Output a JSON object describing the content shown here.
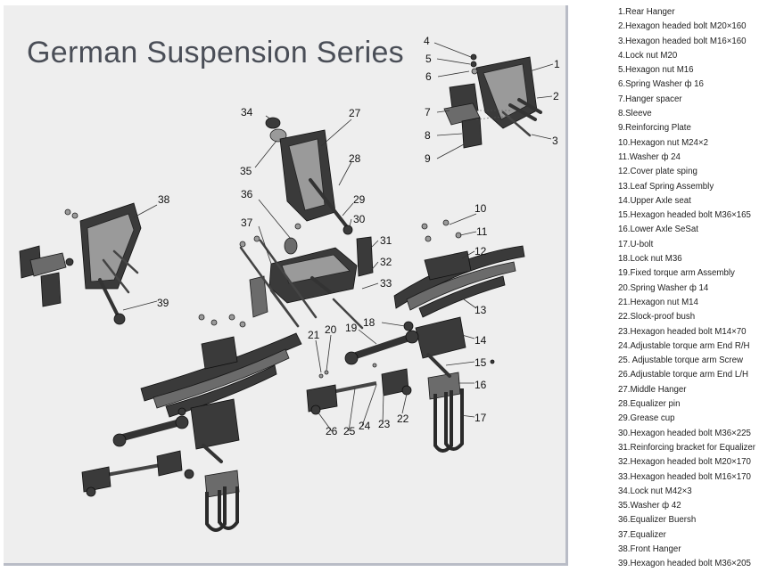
{
  "title": "German Suspension Series",
  "parts": [
    "1.Rear Hanger",
    "2.Hexagon headed bolt M20×160",
    "3.Hexagon headed bolt M16×160",
    "4.Lock nut M20",
    "5.Hexagon nut M16",
    "6.Spring Washer ф 16",
    "7.Hanger spacer",
    "8.Sleeve",
    "9.Reinforcing Plate",
    "10.Hexagon nut M24×2",
    "11.Washer ф 24",
    "12.Cover plate sping",
    "13.Leaf Spring Assembly",
    "14.Upper Axle seat",
    "15.Hexagon headed bolt M36×165",
    "16.Lower Axle SeSat",
    "17.U-bolt",
    "18.Lock nut M36",
    "19.Fixed torque arm Assembly",
    "20.Spring Washer ф 14",
    "21.Hexagon nut M14",
    "22.Slock-proof bush",
    "23.Hexagon headed bolt M14×70",
    "24.Adjustable torque arm End R/H",
    "25. Adjustable torque arm Screw",
    "26.Adjustable torque arm End L/H",
    "27.Middle Hanger",
    "28.Equalizer pin",
    "29.Grease cup",
    "30.Hexagon headed bolt M36×225",
    "31.Reinforcing bracket for Equalizer",
    "32.Hexagon headed bolt M20×170",
    "33.Hexagon headed bolt M16×170",
    "34.Lock nut M42×3",
    "35.Washer ф 42",
    "36.Equalizer Buersh",
    "37.Equalizer",
    "38.Front Hanger",
    "39.Hexagon headed bolt M36×205"
  ],
  "callouts": [
    "1",
    "2",
    "3",
    "4",
    "5",
    "6",
    "7",
    "8",
    "9",
    "10",
    "11",
    "12",
    "13",
    "14",
    "15",
    "16",
    "17",
    "18",
    "19",
    "20",
    "21",
    "22",
    "23",
    "24",
    "25",
    "26",
    "27",
    "28",
    "29",
    "30",
    "31",
    "32",
    "33",
    "34",
    "35",
    "36",
    "37",
    "38",
    "39"
  ],
  "colors": {
    "panel": "#eeeeee",
    "panel_border": "#b9bcc6",
    "title": "#4a4e57"
  }
}
